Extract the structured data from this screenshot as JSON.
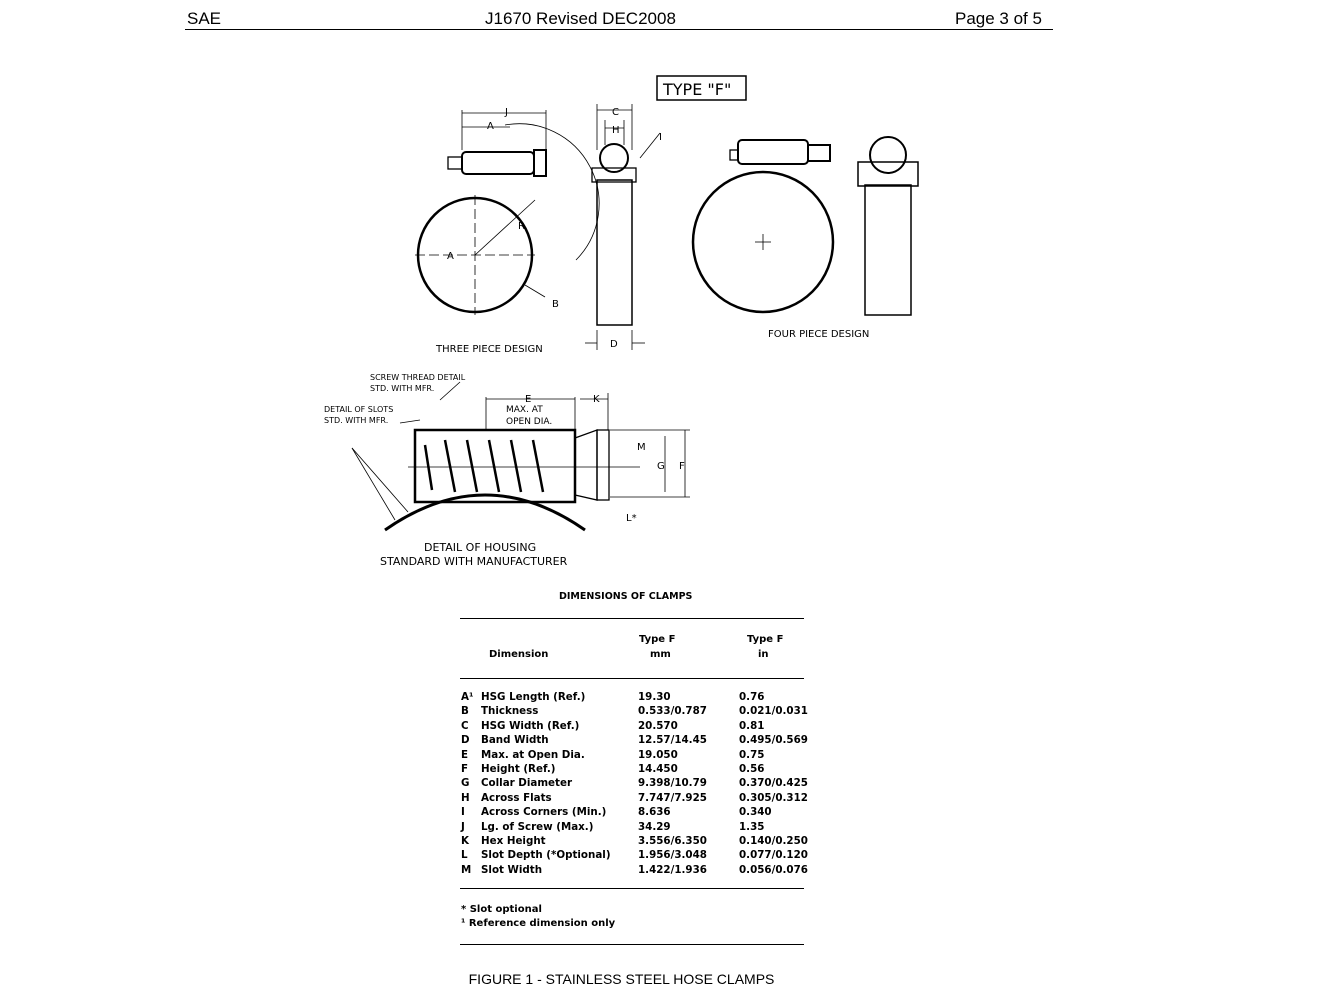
{
  "header": {
    "left": "SAE",
    "center": "J1670 Revised DEC2008",
    "right": "Page 3 of 5"
  },
  "figure": {
    "type_label": "TYPE \"F\"",
    "three_piece_label": "THREE PIECE DESIGN",
    "four_piece_label": "FOUR PIECE DESIGN",
    "housing_label_1": "DETAIL OF HOUSING",
    "housing_label_2": "STANDARD WITH MANUFACTURER",
    "screw_thread_1": "SCREW THREAD DETAIL",
    "screw_thread_2": "STD. WITH MFR.",
    "slots_1": "DETAIL OF SLOTS",
    "slots_2": "STD. WITH MFR.",
    "max_1": "MAX. AT",
    "max_2": "OPEN DIA.",
    "dims": {
      "A": "A",
      "A1": "A",
      "J": "J",
      "R": "R",
      "B": "B",
      "C": "C",
      "H": "H",
      "I": "I",
      "D": "D",
      "E": "E",
      "K": "K",
      "M": "M",
      "G": "G",
      "F": "F",
      "L": "L*"
    }
  },
  "table": {
    "title": "DIMENSIONS OF CLAMPS",
    "headers": {
      "dimension": "Dimension",
      "mm_1": "Type F",
      "mm_2": "mm",
      "in_1": "Type F",
      "in_2": "in"
    },
    "rows": [
      {
        "letter": "A¹",
        "name": "HSG Length (Ref.)",
        "mm": "19.30",
        "in": "0.76"
      },
      {
        "letter": "B",
        "name": "Thickness",
        "mm": "0.533/0.787",
        "in": "0.021/0.031"
      },
      {
        "letter": "C",
        "name": "HSG Width (Ref.)",
        "mm": "20.570",
        "in": "0.81"
      },
      {
        "letter": "D",
        "name": "Band Width",
        "mm": "12.57/14.45",
        "in": "0.495/0.569"
      },
      {
        "letter": "E",
        "name": "Max. at Open Dia.",
        "mm": "19.050",
        "in": "0.75"
      },
      {
        "letter": "F",
        "name": "Height (Ref.)",
        "mm": "14.450",
        "in": "0.56"
      },
      {
        "letter": "G",
        "name": "Collar Diameter",
        "mm": "9.398/10.79",
        "in": "0.370/0.425"
      },
      {
        "letter": "H",
        "name": "Across Flats",
        "mm": "7.747/7.925",
        "in": "0.305/0.312"
      },
      {
        "letter": "I",
        "name": "Across Corners (Min.)",
        "mm": "8.636",
        "in": "0.340"
      },
      {
        "letter": "J",
        "name": "Lg. of Screw (Max.)",
        "mm": "34.29",
        "in": "1.35"
      },
      {
        "letter": "K",
        "name": "Hex Height",
        "mm": "3.556/6.350",
        "in": "0.140/0.250"
      },
      {
        "letter": "L",
        "name": "Slot Depth (*Optional)",
        "mm": "1.956/3.048",
        "in": "0.077/0.120"
      },
      {
        "letter": "M",
        "name": "Slot Width",
        "mm": "1.422/1.936",
        "in": "0.056/0.076"
      }
    ],
    "footnotes": [
      "* Slot optional",
      "¹ Reference dimension only"
    ]
  },
  "caption": "FIGURE 1 - STAINLESS STEEL HOSE CLAMPS"
}
